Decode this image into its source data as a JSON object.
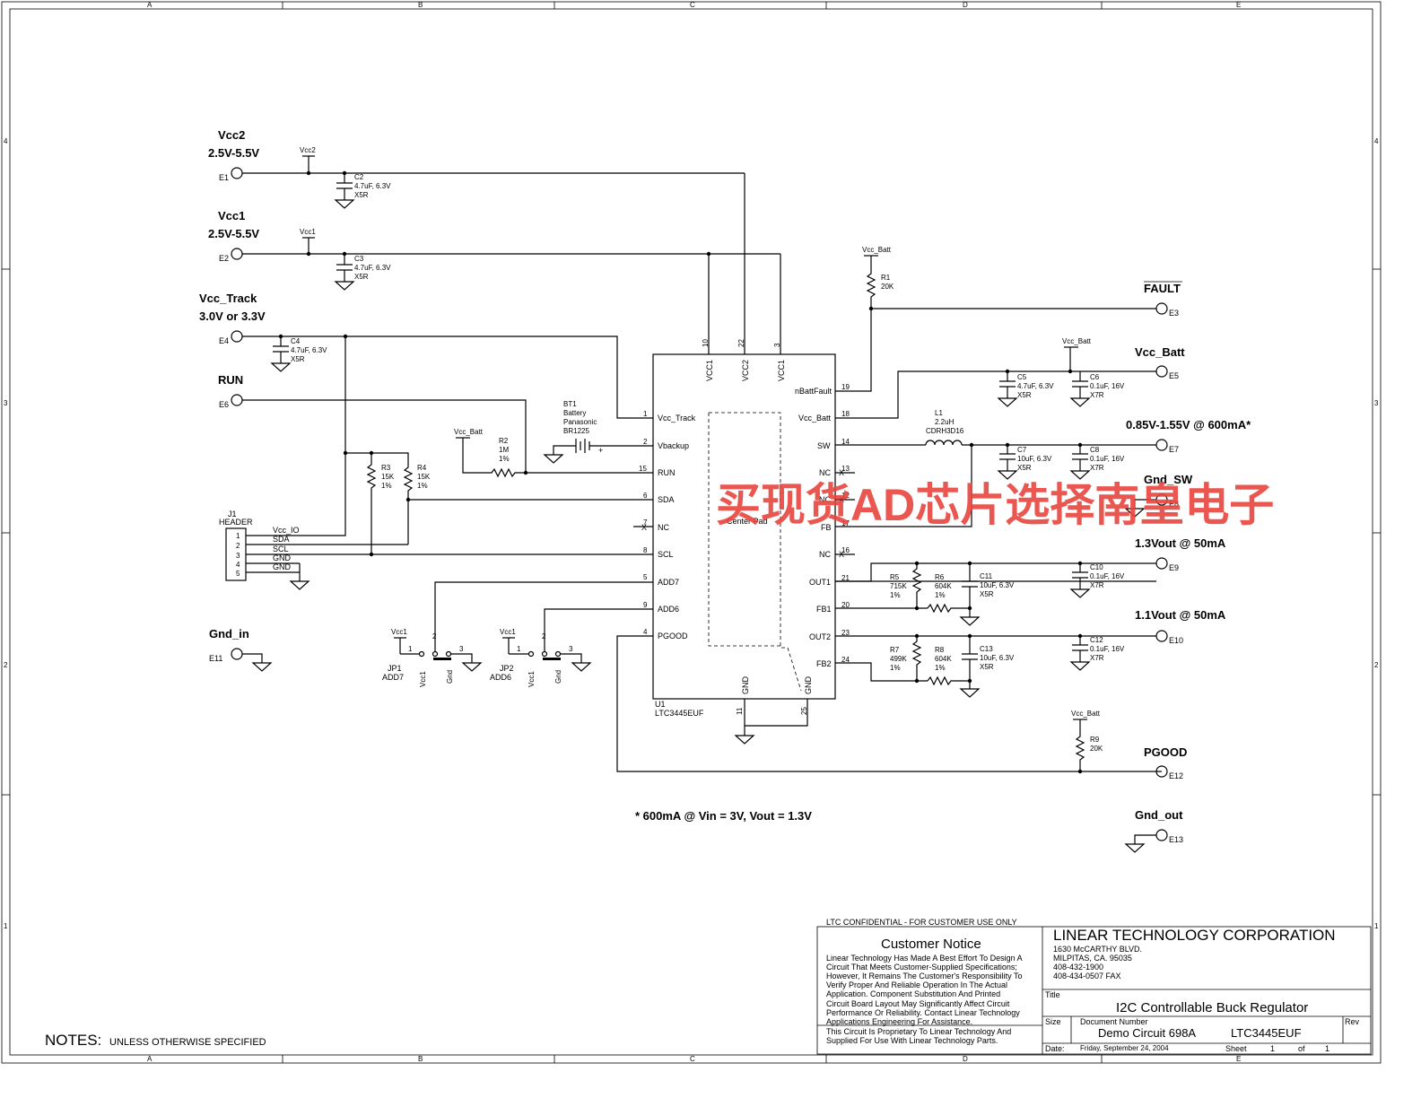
{
  "frame": {
    "columns": [
      "A",
      "B",
      "C",
      "D",
      "E"
    ],
    "rows": [
      "4",
      "3",
      "2",
      "1"
    ]
  },
  "inputs": [
    {
      "name": "Vcc2",
      "range": "2.5V-5.5V",
      "terminal": "E1",
      "rail": "Vcc2"
    },
    {
      "name": "Vcc1",
      "range": "2.5V-5.5V",
      "terminal": "E2",
      "rail": "Vcc1"
    },
    {
      "name": "Vcc_Track",
      "range": "3.0V or 3.3V",
      "terminal": "E4"
    },
    {
      "name": "RUN",
      "terminal": "E6"
    },
    {
      "name": "Gnd_in",
      "terminal": "E11"
    }
  ],
  "outputs": [
    {
      "name": "FAULT",
      "terminal": "E3"
    },
    {
      "name": "Vcc_Batt",
      "terminal": "E5"
    },
    {
      "name": "0.85V-1.55V @ 600mA*",
      "terminal": "E7"
    },
    {
      "name": "Gnd_SW",
      "terminal": "E8"
    },
    {
      "name": "1.3Vout @ 50mA",
      "terminal": "E9"
    },
    {
      "name": "1.1Vout @ 50mA",
      "terminal": "E10"
    },
    {
      "name": "PGOOD",
      "terminal": "E12"
    },
    {
      "name": "Gnd_out",
      "terminal": "E13"
    }
  ],
  "components": {
    "C2": {
      "ref": "C2",
      "value": "4.7uF, 6.3V",
      "dielectric": "X5R"
    },
    "C3": {
      "ref": "C3",
      "value": "4.7uF, 6.3V",
      "dielectric": "X5R"
    },
    "C4": {
      "ref": "C4",
      "value": "4.7uF, 6.3V",
      "dielectric": "X5R"
    },
    "C5": {
      "ref": "C5",
      "value": "4.7uF, 6.3V",
      "dielectric": "X5R"
    },
    "C6": {
      "ref": "C6",
      "value": "0.1uF, 16V",
      "dielectric": "X7R"
    },
    "C7": {
      "ref": "C7",
      "value": "10uF, 6.3V",
      "dielectric": "X5R"
    },
    "C8": {
      "ref": "C8",
      "value": "0.1uF, 16V",
      "dielectric": "X7R"
    },
    "C10": {
      "ref": "C10",
      "value": "0.1uF, 16V",
      "dielectric": "X7R"
    },
    "C11": {
      "ref": "C11",
      "value": "10uF, 6.3V",
      "dielectric": "X5R"
    },
    "C12": {
      "ref": "C12",
      "value": "0.1uF, 16V",
      "dielectric": "X7R"
    },
    "C13": {
      "ref": "C13",
      "value": "10uF, 6.3V",
      "dielectric": "X5R"
    },
    "R1": {
      "ref": "R1",
      "value": "20K",
      "rail": "Vcc_Batt"
    },
    "R2": {
      "ref": "R2",
      "value": "1M",
      "tol": "1%",
      "rail": "Vcc_Batt"
    },
    "R3": {
      "ref": "R3",
      "value": "15K",
      "tol": "1%"
    },
    "R4": {
      "ref": "R4",
      "value": "15K",
      "tol": "1%"
    },
    "R5": {
      "ref": "R5",
      "value": "715K",
      "tol": "1%"
    },
    "R6": {
      "ref": "R6",
      "value": "604K",
      "tol": "1%"
    },
    "R7": {
      "ref": "R7",
      "value": "499K",
      "tol": "1%"
    },
    "R8": {
      "ref": "R8",
      "value": "604K",
      "tol": "1%"
    },
    "R9": {
      "ref": "R9",
      "value": "20K",
      "rail": "Vcc_Batt"
    },
    "L1": {
      "ref": "L1",
      "value": "2.2uH",
      "part": "CDRH3D16"
    },
    "BT1": {
      "ref": "BT1",
      "l1": "Battery",
      "l2": "Panasonic",
      "l3": "BR1225"
    },
    "J1": {
      "ref": "J1",
      "type": "HEADER",
      "pins": [
        "1",
        "2",
        "3",
        "4",
        "5"
      ],
      "signals": [
        "Vcc_IO",
        "SDA",
        "SCL",
        "GND",
        "GND"
      ]
    },
    "JP1": {
      "ref": "JP1",
      "name": "ADD7"
    },
    "JP2": {
      "ref": "JP2",
      "name": "ADD6"
    },
    "jp_labels": {
      "vcc": "Vcc1",
      "gnd": "Gnd",
      "p1": "1",
      "p2": "2",
      "p3": "3"
    },
    "vcc_batt": "Vcc_Batt",
    "pos": "+"
  },
  "ic": {
    "ref": "U1",
    "part": "LTC3445EUF",
    "center": "Center Pad",
    "nc_x": "X",
    "top_pins": [
      {
        "num": "10",
        "name": "VCC1"
      },
      {
        "num": "22",
        "name": "VCC2"
      },
      {
        "num": "3",
        "name": "VCC1"
      }
    ],
    "left_pins": [
      {
        "num": "1",
        "name": "Vcc_Track"
      },
      {
        "num": "2",
        "name": "Vbackup"
      },
      {
        "num": "15",
        "name": "RUN"
      },
      {
        "num": "6",
        "name": "SDA"
      },
      {
        "num": "7",
        "name": "NC"
      },
      {
        "num": "8",
        "name": "SCL"
      },
      {
        "num": "5",
        "name": "ADD7"
      },
      {
        "num": "9",
        "name": "ADD6"
      },
      {
        "num": "4",
        "name": "PGOOD"
      }
    ],
    "right_pins": [
      {
        "num": "19",
        "name": "nBattFault"
      },
      {
        "num": "18",
        "name": "Vcc_Batt"
      },
      {
        "num": "14",
        "name": "SW"
      },
      {
        "num": "13",
        "name": "NC"
      },
      {
        "num": "12",
        "name": "NC"
      },
      {
        "num": "17",
        "name": "FB"
      },
      {
        "num": "16",
        "name": "NC"
      },
      {
        "num": "21",
        "name": "OUT1"
      },
      {
        "num": "20",
        "name": "FB1"
      },
      {
        "num": "23",
        "name": "OUT2"
      },
      {
        "num": "24",
        "name": "FB2"
      }
    ],
    "bottom_pins": [
      {
        "num": "11",
        "name": "GND"
      },
      {
        "num": "25",
        "name": "GND"
      }
    ]
  },
  "footnote": "* 600mA @ Vin = 3V, Vout = 1.3V",
  "watermark": "买现货AD芯片选择南皇电子",
  "notes": {
    "big": "NOTES:",
    "small": "UNLESS OTHERWISE SPECIFIED"
  },
  "titleblock": {
    "confidential": "LTC CONFIDENTIAL - FOR CUSTOMER USE ONLY",
    "notice_title": "Customer Notice",
    "notice_lines": [
      "Linear Technology Has Made A Best Effort To Design A",
      "Circuit That Meets Customer-Supplied Specifications;",
      "However, It Remains The Customer's Responsibility To",
      "Verify Proper And Reliable Operation In The Actual",
      "Application. Component Substitution And Printed",
      "Circuit Board Layout May Significantly Affect Circuit",
      "Performance Or Reliability. Contact Linear Technology",
      "Applications Engineering For Assistance."
    ],
    "proprietary_lines": [
      "This Circuit Is Proprietary To Linear Technology And",
      "Supplied For Use With Linear Technology Parts."
    ],
    "company": "LINEAR TECHNOLOGY CORPORATION",
    "address": [
      "1630 McCARTHY BLVD.",
      "MILPITAS, CA. 95035",
      "408-432-1900",
      "408-434-0507 FAX"
    ],
    "title_label": "Title",
    "title": "I2C Controllable Buck Regulator",
    "size_label": "Size",
    "docnum_label": "Document Number",
    "docnum": "Demo Circuit 698A",
    "part": "LTC3445EUF",
    "rev_label": "Rev",
    "date_label": "Date:",
    "date": "Friday, September 24, 2004",
    "sheet_label": "Sheet",
    "sheet": "1",
    "of_label": "of",
    "of": "1"
  }
}
